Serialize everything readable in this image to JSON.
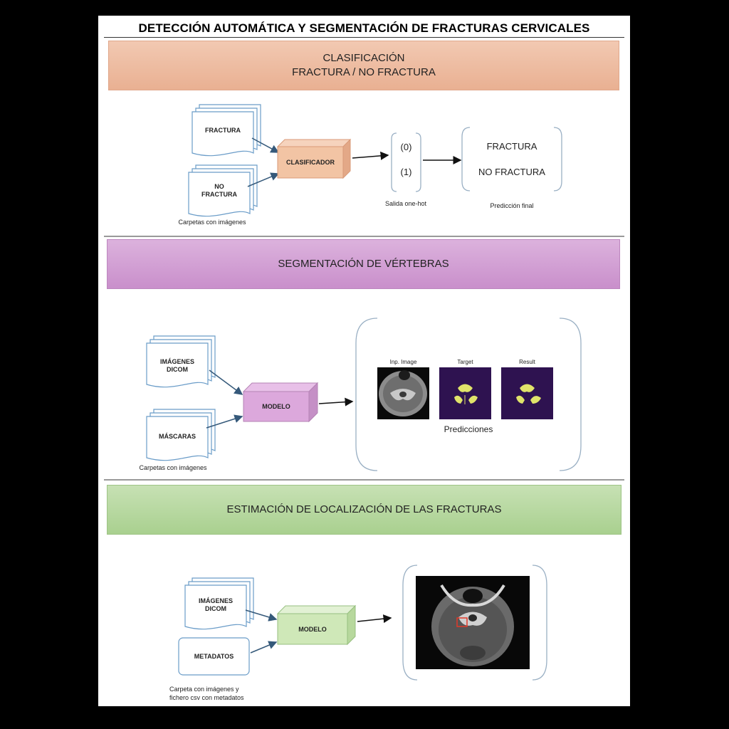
{
  "title": "DETECCIÓN AUTOMÁTICA Y SEGMENTACIÓN DE FRACTURAS CERVICALES",
  "section1": {
    "banner_line1": "CLASIFICACIÓN",
    "banner_line2": "FRACTURA / NO FRACTURA",
    "doc1": "FRACTURA",
    "doc2_line1": "NO",
    "doc2_line2": "FRACTURA",
    "folders_caption": "Carpetas con imágenes",
    "model": "CLASIFICADOR",
    "onehot_0": "(0)",
    "onehot_1": "(1)",
    "onehot_caption": "Salida one-hot",
    "pred_1": "FRACTURA",
    "pred_2": "NO FRACTURA",
    "pred_caption": "Predicción final",
    "colors": {
      "banner": "#eab394",
      "model": "#f2c4a4"
    }
  },
  "section2": {
    "banner": "SEGMENTACIÓN DE VÉRTEBRAS",
    "doc1_line1": "IMÁGENES",
    "doc1_line2": "DICOM",
    "doc2": "MÁSCARAS",
    "folders_caption": "Carpetas con imágenes",
    "model": "MODELO",
    "img1_label": "Inp. Image",
    "img2_label": "Target",
    "img3_label": "Result",
    "pred_caption": "Predicciones",
    "colors": {
      "banner": "#cc98ce",
      "model": "#dca8dc",
      "mask_bg": "#2e1250",
      "mask_fg": "#e0e36a"
    }
  },
  "section3": {
    "banner": "ESTIMACIÓN DE LOCALIZACIÓN DE LAS FRACTURAS",
    "doc1_line1": "IMÁGENES",
    "doc1_line2": "DICOM",
    "doc2": "METADATOS",
    "caption_line1": "Carpeta con imágenes y",
    "caption_line2": "fichero csv con metadatos",
    "model": "MODELO",
    "colors": {
      "banner": "#b5d79c",
      "model": "#cfe8b8",
      "marker": "#e23a2a"
    }
  }
}
